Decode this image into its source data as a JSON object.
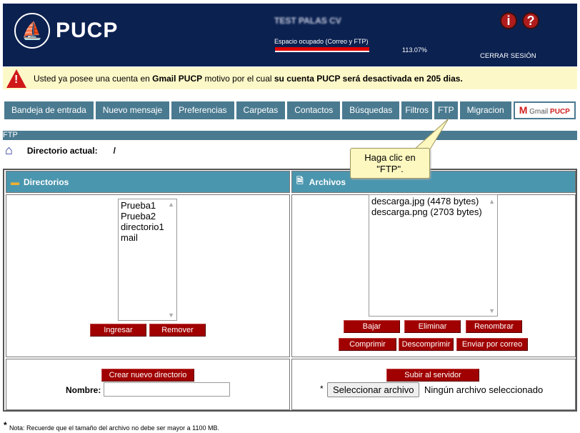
{
  "header": {
    "logo_text": "PUCP",
    "user_name": "TEST PALAS CV",
    "space_label": "Espacio ocupado (Correo y FTP)",
    "space_percent": "113.07%",
    "space_fraction": 1.0,
    "logout": "CERRAR SESIÓN",
    "info_icon": "i",
    "help_icon": "?"
  },
  "banner": {
    "pre": "Usted ya posee una cuenta en ",
    "gmail": "Gmail PUCP",
    "mid": " motivo por el cual ",
    "bold": "su cuenta PUCP será desactivada en 205 dias."
  },
  "tabs": [
    "Bandeja de entrada",
    "Nuevo mensaje",
    "Preferencias",
    "Carpetas",
    "Contactos",
    "Búsquedas",
    "Filtros",
    "FTP",
    "Migracion"
  ],
  "gmail_tab": {
    "m": "M",
    "gmail": "Gmail",
    "pucp": "PUCP"
  },
  "section_title": "FTP",
  "current_dir": {
    "label": "Directorio actual:",
    "value": "/"
  },
  "directories": {
    "title": "Directorios",
    "items": [
      "Prueba1",
      "Prueba2",
      "directorio1",
      "mail"
    ],
    "buttons": [
      "Ingresar",
      "Remover"
    ]
  },
  "files": {
    "title": "Archivos",
    "items": [
      "descarga.jpg (4478 bytes)",
      "descarga.png (2703 bytes)"
    ],
    "buttons_row1": [
      "Bajar",
      "Eliminar",
      "Renombrar"
    ],
    "buttons_row2": [
      "Comprimir",
      "Descomprimir",
      "Enviar por correo"
    ]
  },
  "create_dir": {
    "button": "Crear nuevo directorio",
    "label": "Nombre:",
    "value": ""
  },
  "upload": {
    "button": "Subir al servidor",
    "asterisk": "*",
    "choose": "Seleccionar archivo",
    "no_file": "Ningún archivo seleccionado"
  },
  "note": {
    "asterisk": "*",
    "text": "Nota: Recuerde que el tamaño del archivo no debe ser mayor a 1100 MB."
  },
  "tooltip": {
    "line1": "Haga clic en",
    "line2": "\"FTP\"."
  }
}
